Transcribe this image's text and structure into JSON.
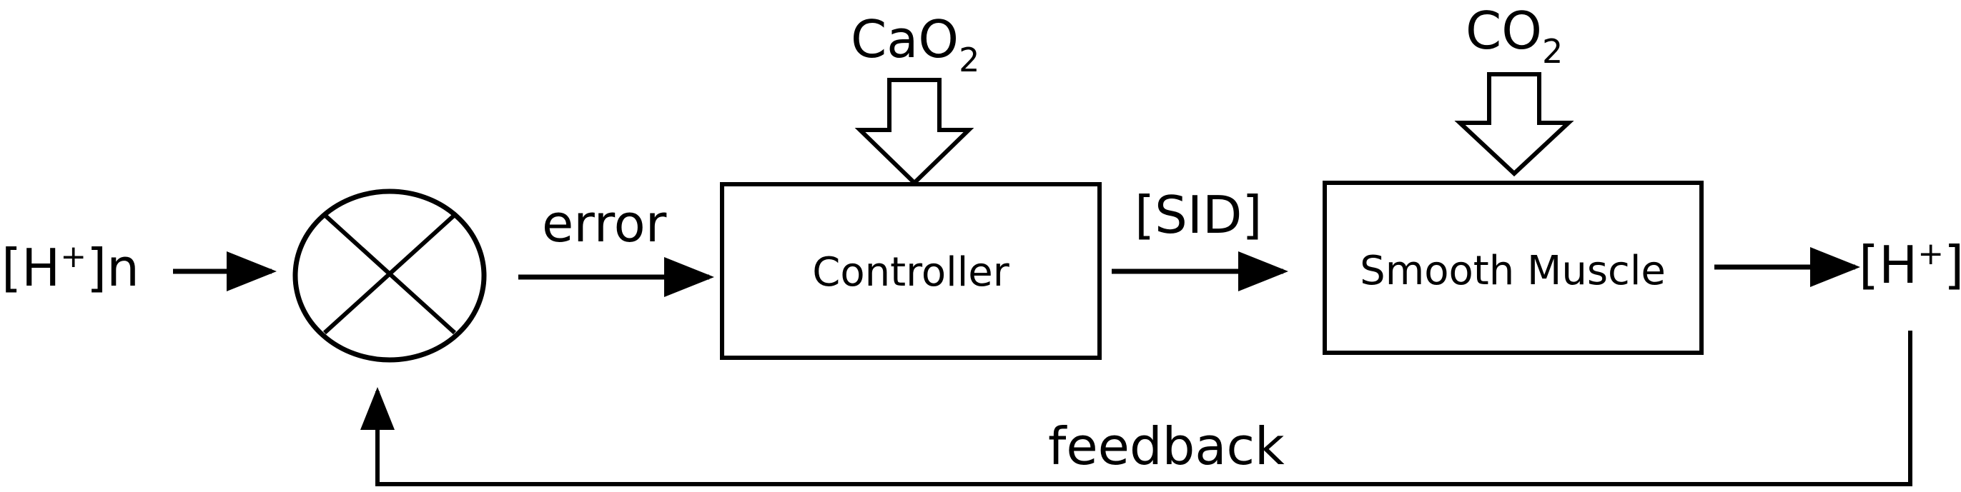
{
  "diagram": {
    "input": {
      "open": "[H",
      "sup": "+",
      "close": "]n"
    },
    "output": {
      "open": "[H",
      "sup": "+",
      "close": "]"
    },
    "edges": {
      "error": "error",
      "sid": "[SID]",
      "feedback": "feedback"
    },
    "blocks": {
      "controller": "Controller",
      "smooth_muscle": "Smooth Muscle"
    },
    "disturbances": {
      "cao2": {
        "base": "CaO",
        "sub": "2"
      },
      "co2": {
        "base": "CO",
        "sub": "2"
      }
    },
    "colors": {
      "stroke": "#000000",
      "background": "#ffffff"
    }
  }
}
